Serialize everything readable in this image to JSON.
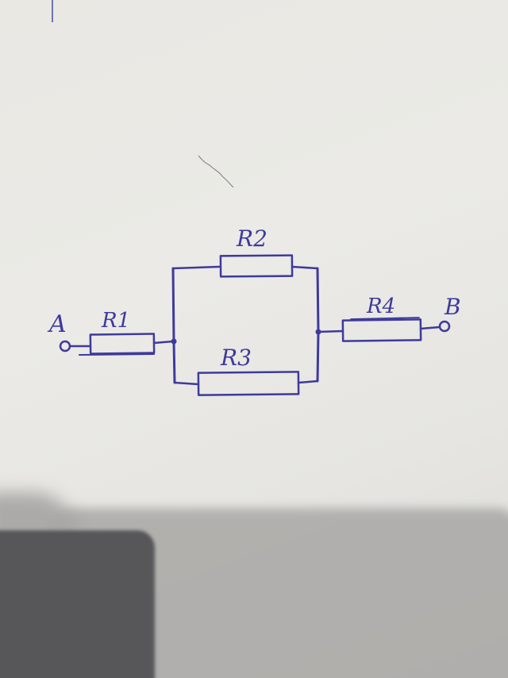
{
  "diagram": {
    "ink_color": "#3e3a9c",
    "paper_color": "#eae9e5",
    "terminals": {
      "a": "A",
      "b": "B"
    },
    "resistors": {
      "r1": "R1",
      "r2": "R2",
      "r3": "R3",
      "r4": "R4"
    }
  }
}
